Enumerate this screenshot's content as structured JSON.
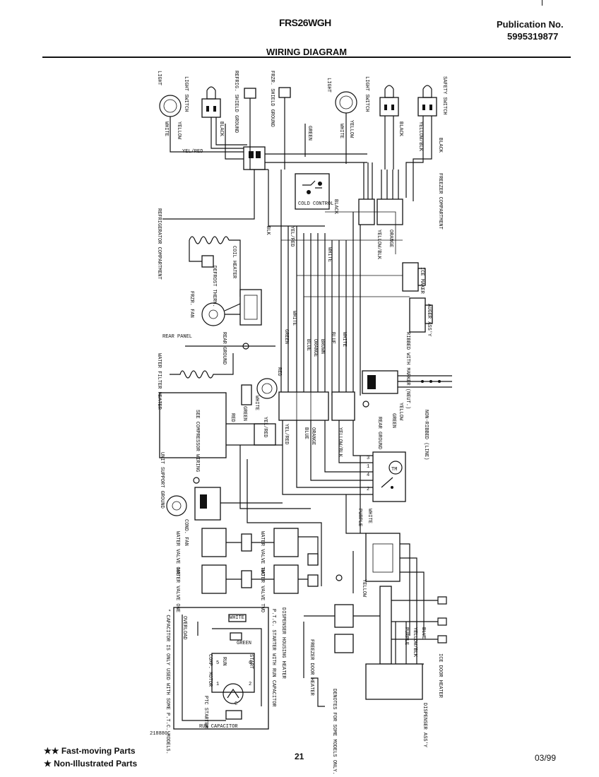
{
  "header": {
    "model": "FRS26WGH",
    "publication_label": "Publication No.",
    "publication_number": "5995319877",
    "title": "WIRING DIAGRAM"
  },
  "labels": {
    "light_left": "LIGHT",
    "light_switch_left": "LIGHT SWITCH",
    "refrig_shield_ground": "REFRIG. SHIELD GROUND",
    "frzr_shield_ground": "FRZR. SHIELD GROUND",
    "light_right": "LIGHT",
    "light_switch_right": "LIGHT SWITCH",
    "safety_switch": "SAFETY SWITCH",
    "white": "WHITE",
    "yellow": "YELLOW",
    "black": "BLACK",
    "yel_red": "YEL/RED",
    "green": "GREEN",
    "yellow_black": "YELLOW/BLK",
    "cold_control": "COLD CONTROL",
    "freezer_compartment": "FREEZER COMPARTMENT",
    "refrigerator_compartment": "REFRIGERATOR COMPARTMENT",
    "coil_heater": "COIL HEATER",
    "defrost_therm": "DEFROST THERM.",
    "frzr_fan": "FRZR. FAN",
    "ice_maker": "ICE MAKER",
    "auger_assy": "AUGER ASS'Y",
    "rear_panel": "REAR PANEL",
    "rear_ground": "REAR GROUND",
    "water_filter_heater": "WATER FILTER HEATER",
    "ribbed_with_marker": "RIBBED WITH MARKER (NEUT.)",
    "non_ribbed_line": "NON-RIBBED (LINE)",
    "see_compressor_wiring": "SEE COMPRESSOR WIRING",
    "unit_support_ground": "UNIT SUPPORT GROUND",
    "cond_fan": "COND. FAN",
    "water_valve_one": "WATER VALVE ONE",
    "water_valve_two": "WATER VALVE TWO",
    "dispenser_housing_heater": "DISPENSER HOUSING HEATER",
    "freezer_door_heater": "FREEZER DOOR HEATER",
    "ice_door_heater": "ICE DOOR HEATER",
    "dispenser_assy": "DISPENSER ASS'Y",
    "denotes_note": "DENOTES FOR SOME MODELS ONLY.",
    "overload": "OVERLOAD",
    "comp_motor": "COMP. MOTOR",
    "ptc_starter": "PTC STARTER",
    "run": "RUN",
    "start": "START",
    "ptc_starter_caption": "P.T.C. STARTER WITH RUN CAPACITOR",
    "capacitor_note": "* CAPACITOR IS ONLY USED WITH SOME P.T.C. MODELS.",
    "run_capacitor": "RUN CAPACITOR",
    "blue": "BLUE",
    "orange": "ORANGE",
    "brown": "BROWN",
    "red": "RED",
    "purple": "PURPLE",
    "blk": "BLK",
    "tm": "TM",
    "c_terminal": "C",
    "num1": "1",
    "num2": "2",
    "num3": "3",
    "num4": "4",
    "num5": "5",
    "num6": "6"
  },
  "part_code": "218880C",
  "footer": {
    "legend_fast": "★★ Fast-moving Parts",
    "legend_non": "★   Non-Illustrated Parts",
    "page": "21",
    "date": "03/99"
  }
}
